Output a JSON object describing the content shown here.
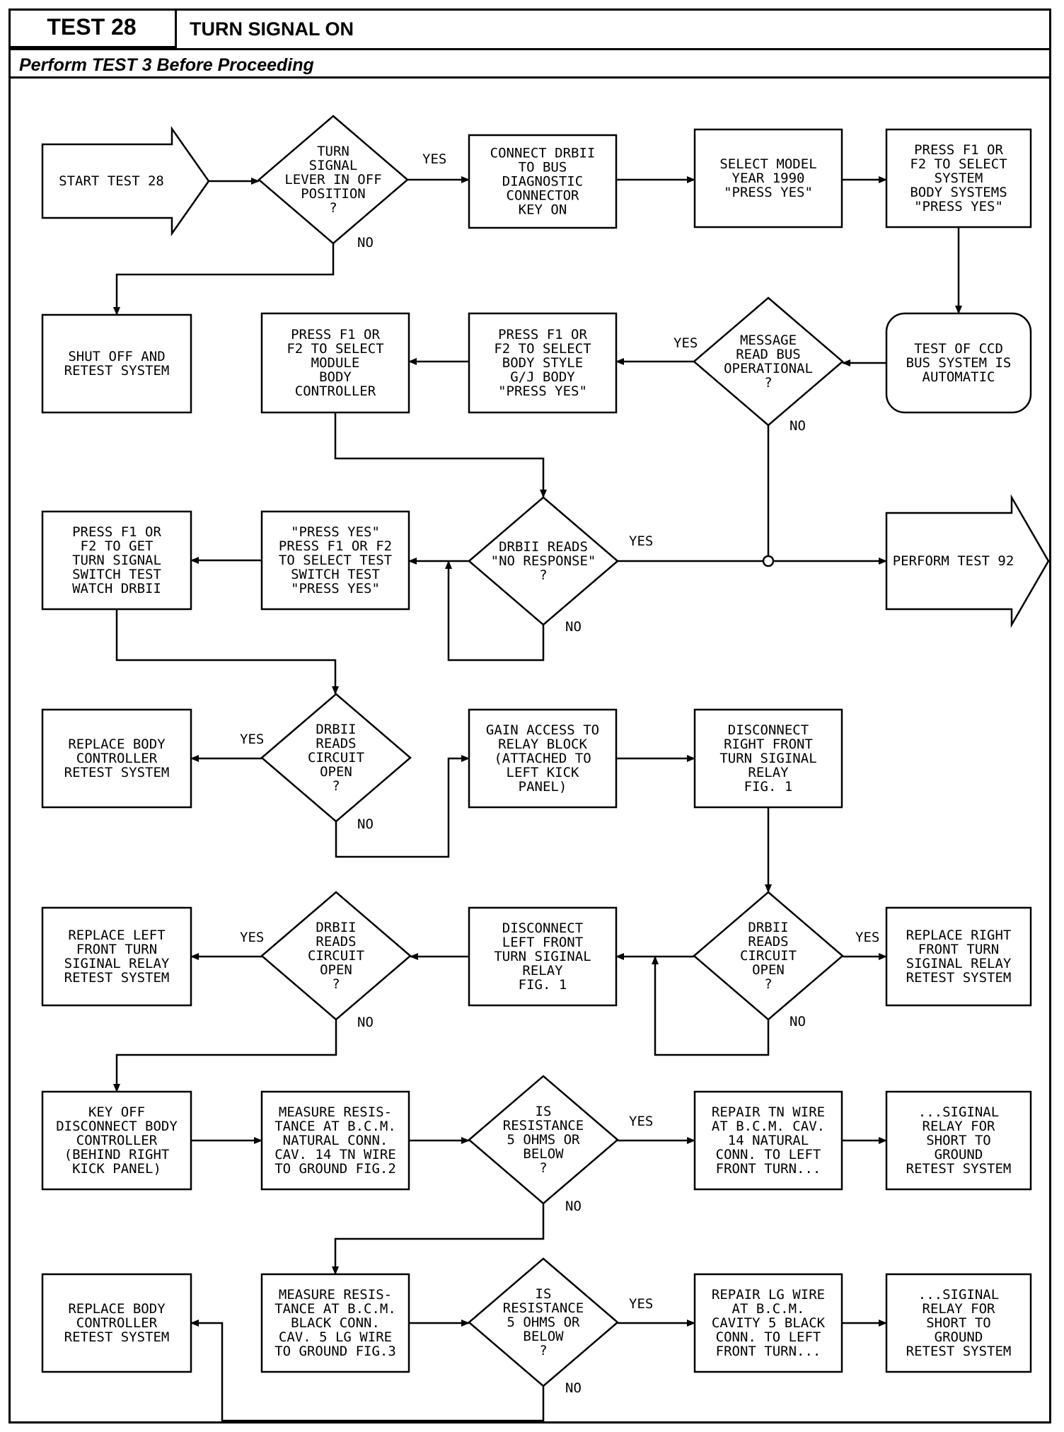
{
  "header": {
    "test_number": "TEST 28",
    "title": "TURN SIGNAL ON",
    "subtitle": "Perform TEST 3 Before Proceeding"
  },
  "nodes": [
    {
      "id": "start",
      "kind": "arrow",
      "lines": [
        "START TEST 28"
      ]
    },
    {
      "id": "d_lever",
      "kind": "diamond",
      "lines": [
        "TURN",
        "SIGNAL",
        "LEVER IN OFF",
        "POSITION",
        "?"
      ]
    },
    {
      "id": "connect",
      "kind": "box",
      "lines": [
        "CONNECT DRBII",
        "TO BUS",
        "DIAGNOSTIC",
        "CONNECTOR",
        "KEY ON"
      ]
    },
    {
      "id": "select_model",
      "kind": "box",
      "lines": [
        "SELECT MODEL",
        "YEAR 1990",
        "\"PRESS YES\""
      ]
    },
    {
      "id": "press_f1_body_sys",
      "kind": "box",
      "lines": [
        "PRESS F1 OR",
        "F2 TO SELECT",
        "SYSTEM",
        "BODY SYSTEMS",
        "\"PRESS YES\""
      ]
    },
    {
      "id": "shut_off",
      "kind": "box",
      "lines": [
        "SHUT OFF AND",
        "RETEST SYSTEM"
      ]
    },
    {
      "id": "press_f1_module",
      "kind": "box",
      "lines": [
        "PRESS F1 OR",
        "F2 TO SELECT",
        "MODULE",
        "BODY",
        "CONTROLLER"
      ]
    },
    {
      "id": "press_f1_style",
      "kind": "box",
      "lines": [
        "PRESS F1 OR",
        "F2 TO SELECT",
        "BODY STYLE",
        "G/J BODY",
        "\"PRESS YES\""
      ]
    },
    {
      "id": "d_message",
      "kind": "diamond",
      "lines": [
        "MESSAGE",
        "READ BUS",
        "OPERATIONAL",
        "?"
      ]
    },
    {
      "id": "ccd_auto",
      "kind": "rbox",
      "lines": [
        "TEST OF CCD",
        "BUS SYSTEM IS",
        "AUTOMATIC"
      ]
    },
    {
      "id": "get_turn",
      "kind": "box",
      "lines": [
        "PRESS F1 OR",
        "F2 TO GET",
        "TURN SIGNAL",
        "SWITCH TEST",
        "WATCH DRBII"
      ]
    },
    {
      "id": "press_yes_switch",
      "kind": "box",
      "lines": [
        "\"PRESS YES\"",
        "PRESS F1 OR F2",
        "TO SELECT TEST",
        "SWITCH TEST",
        "\"PRESS YES\""
      ]
    },
    {
      "id": "d_noresp",
      "kind": "diamond",
      "lines": [
        "DRBII READS",
        "\"NO RESPONSE\"",
        "?"
      ]
    },
    {
      "id": "perform92",
      "kind": "arrow",
      "lines": [
        "PERFORM TEST 92"
      ]
    },
    {
      "id": "replace_bc1",
      "kind": "box",
      "lines": [
        "REPLACE BODY",
        "CONTROLLER",
        "RETEST SYSTEM"
      ]
    },
    {
      "id": "d_open1",
      "kind": "diamond",
      "lines": [
        "DRBII",
        "READS",
        "CIRCUIT",
        "OPEN",
        "?"
      ]
    },
    {
      "id": "gain_access",
      "kind": "box",
      "lines": [
        "GAIN ACCESS TO",
        "RELAY BLOCK",
        "(ATTACHED TO",
        "LEFT KICK",
        "PANEL)"
      ]
    },
    {
      "id": "disc_right",
      "kind": "box",
      "lines": [
        "DISCONNECT",
        "RIGHT FRONT",
        "TURN SIGINAL",
        "RELAY",
        "FIG. 1"
      ]
    },
    {
      "id": "replace_left",
      "kind": "box",
      "lines": [
        "REPLACE LEFT",
        "FRONT TURN",
        "SIGINAL RELAY",
        "RETEST SYSTEM"
      ]
    },
    {
      "id": "d_open2",
      "kind": "diamond",
      "lines": [
        "DRBII",
        "READS",
        "CIRCUIT",
        "OPEN",
        "?"
      ]
    },
    {
      "id": "disc_left",
      "kind": "box",
      "lines": [
        "DISCONNECT",
        "LEFT FRONT",
        "TURN SIGINAL",
        "RELAY",
        "FIG. 1"
      ]
    },
    {
      "id": "d_open3",
      "kind": "diamond",
      "lines": [
        "DRBII",
        "READS",
        "CIRCUIT",
        "OPEN",
        "?"
      ]
    },
    {
      "id": "replace_right",
      "kind": "box",
      "lines": [
        "REPLACE RIGHT",
        "FRONT TURN",
        "SIGINAL RELAY",
        "RETEST SYSTEM"
      ]
    },
    {
      "id": "key_off",
      "kind": "box",
      "lines": [
        "KEY OFF",
        "DISCONNECT BODY",
        "CONTROLLER",
        "(BEHIND RIGHT",
        "KICK PANEL)"
      ]
    },
    {
      "id": "measure_tn",
      "kind": "box",
      "lines": [
        "MEASURE RESIS-",
        "TANCE AT B.C.M.",
        "NATURAL CONN.",
        "CAV. 14 TN WIRE",
        "TO GROUND FIG.2"
      ]
    },
    {
      "id": "d_res1",
      "kind": "diamond",
      "lines": [
        "IS",
        "RESISTANCE",
        "5 OHMS OR",
        "BELOW",
        "?"
      ]
    },
    {
      "id": "repair_tn",
      "kind": "box",
      "lines": [
        "REPAIR TN WIRE",
        "AT B.C.M. CAV.",
        "14 NATURAL",
        "CONN. TO LEFT",
        "FRONT TURN..."
      ]
    },
    {
      "id": "sig_relay1",
      "kind": "box",
      "lines": [
        "...SIGINAL",
        "RELAY FOR",
        "SHORT TO",
        "GROUND",
        "RETEST SYSTEM"
      ]
    },
    {
      "id": "replace_bc2",
      "kind": "box",
      "lines": [
        "REPLACE BODY",
        "CONTROLLER",
        "RETEST SYSTEM"
      ]
    },
    {
      "id": "measure_lg",
      "kind": "box",
      "lines": [
        "MEASURE RESIS-",
        "TANCE AT B.C.M.",
        "BLACK CONN.",
        "CAV. 5 LG WIRE",
        "TO GROUND FIG.3"
      ]
    },
    {
      "id": "d_res2",
      "kind": "diamond",
      "lines": [
        "IS",
        "RESISTANCE",
        "5 OHMS OR",
        "BELOW",
        "?"
      ]
    },
    {
      "id": "repair_lg",
      "kind": "box",
      "lines": [
        "REPAIR LG WIRE",
        "AT B.C.M.",
        "CAVITY 5 BLACK",
        "CONN. TO LEFT",
        "FRONT TURN..."
      ]
    },
    {
      "id": "sig_relay2",
      "kind": "box",
      "lines": [
        "...SIGINAL",
        "RELAY FOR",
        "SHORT TO",
        "GROUND",
        "RETEST SYSTEM"
      ]
    }
  ],
  "labels": [
    {
      "id": "yes1",
      "text": "YES"
    },
    {
      "id": "no1",
      "text": "NO"
    },
    {
      "id": "yes2",
      "text": "YES"
    },
    {
      "id": "no2",
      "text": "NO"
    },
    {
      "id": "yes3",
      "text": "YES"
    },
    {
      "id": "no3",
      "text": "NO"
    },
    {
      "id": "yes4",
      "text": "YES"
    },
    {
      "id": "no4",
      "text": "NO"
    },
    {
      "id": "yes5",
      "text": "YES"
    },
    {
      "id": "no5",
      "text": "NO"
    },
    {
      "id": "yes6",
      "text": "YES"
    },
    {
      "id": "no6",
      "text": "NO"
    },
    {
      "id": "yes7",
      "text": "YES"
    },
    {
      "id": "no7",
      "text": "NO"
    },
    {
      "id": "yes8",
      "text": "YES"
    },
    {
      "id": "no8",
      "text": "NO"
    }
  ]
}
